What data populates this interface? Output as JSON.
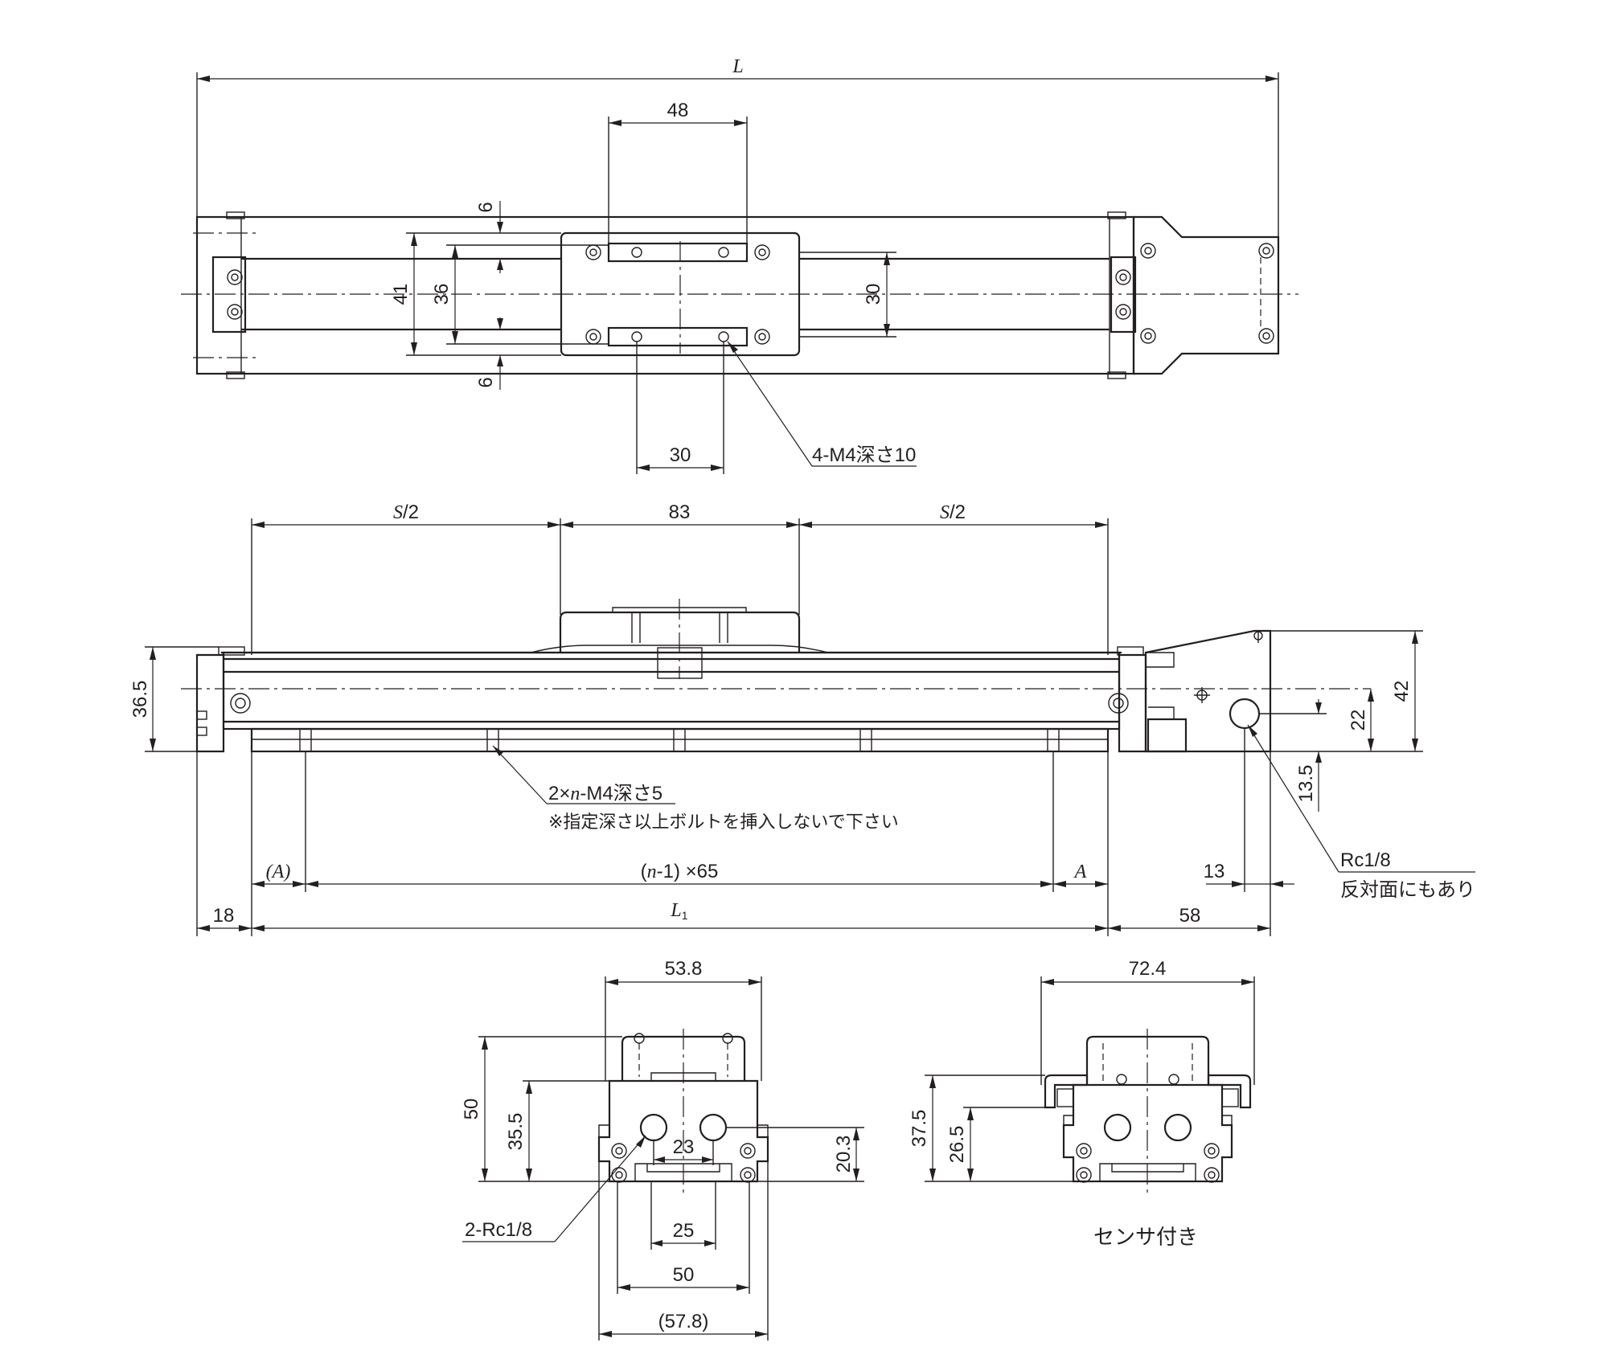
{
  "top_view": {
    "dims": {
      "L": "L",
      "d48": "48",
      "d6_top": "6",
      "d6_bottom": "6",
      "d41": "41",
      "d36": "36",
      "d30_v": "30",
      "d30_h": "30"
    },
    "callout": "4-M4深さ10"
  },
  "side_view": {
    "dims": {
      "s_half_left_italic": "S",
      "s_half_left_rest": "/2",
      "d83": "83",
      "s_half_right_italic": "S",
      "s_half_right_rest": "/2",
      "d36_5": "36.5",
      "d42": "42",
      "d22": "22",
      "d13_5": "13.5",
      "A_paren": "(A)",
      "pitch_pre": "(",
      "pitch_n": "n",
      "pitch_post": "-1) ×65",
      "A": "A",
      "d13": "13",
      "d18": "18",
      "L1_main": "L",
      "L1_sub": "1",
      "d58": "58"
    },
    "callout_line1_pre": "2×",
    "callout_line1_n": "n",
    "callout_line1_post": "-M4深さ5",
    "callout_line2": "※指定深さ以上ボルトを挿入しないで下さい",
    "port_label": "Rc1/8",
    "port_note": "反対面にもあり"
  },
  "end_view_left": {
    "dims": {
      "d53_8": "53.8",
      "d50_v": "50",
      "d35_5": "35.5",
      "d23": "23",
      "d20_3": "20.3",
      "d25": "25",
      "d50_h": "50",
      "d57_8": "(57.8)"
    },
    "callout": "2-Rc1/8"
  },
  "end_view_right": {
    "dims": {
      "d72_4": "72.4",
      "d37_5": "37.5",
      "d26_5": "26.5"
    },
    "caption": "センサ付き"
  }
}
